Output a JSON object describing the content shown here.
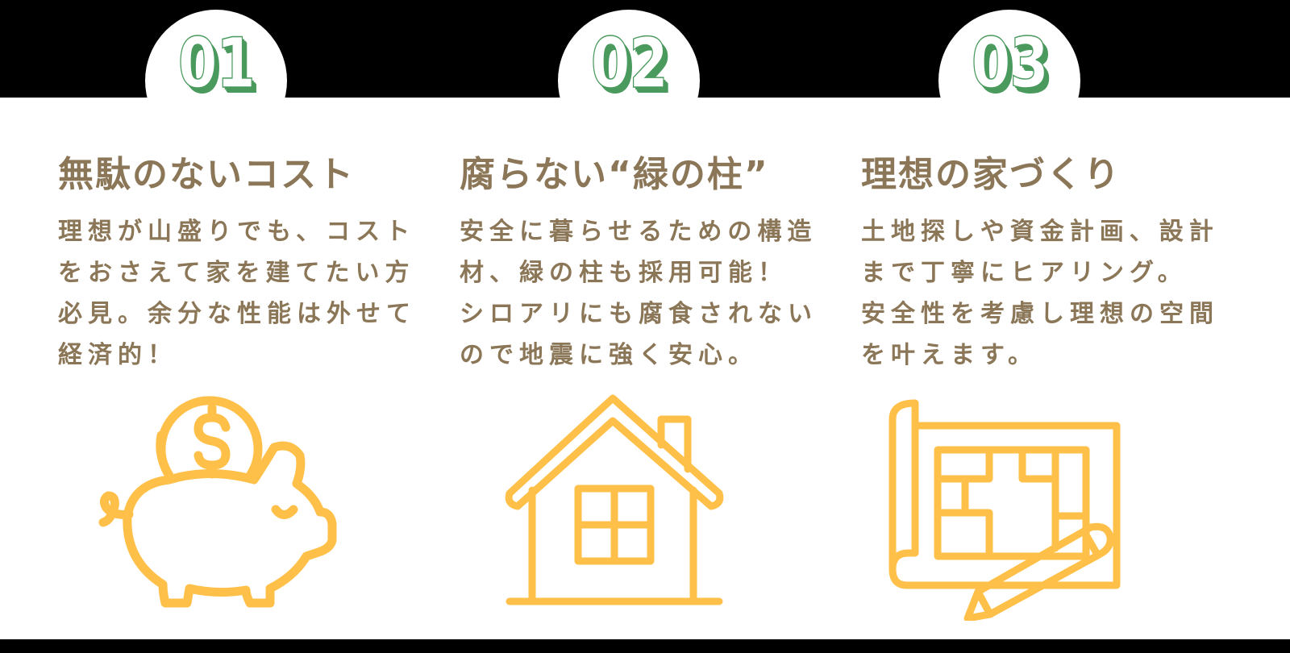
{
  "colors": {
    "background_band": "#000000",
    "panel": "#ffffff",
    "number_green": "#4a9a5e",
    "text_brown": "#8b7758",
    "icon_yellow": "#ffc04a"
  },
  "features": [
    {
      "number": "01",
      "title": "無駄のないコスト",
      "body_lines": [
        "理想が山盛りでも、コスト",
        "をおさえて家を建てたい方",
        "必見。余分な性能は外せて",
        "経済的！"
      ],
      "icon": "piggy-bank-icon"
    },
    {
      "number": "02",
      "title": "腐らない“緑の柱”",
      "body_lines": [
        "安全に暮らせるための構造",
        "材、緑の柱も採用可能！",
        "シロアリにも腐食されない",
        "ので地震に強く安心。"
      ],
      "icon": "house-icon"
    },
    {
      "number": "03",
      "title": "理想の家づくり",
      "body_lines": [
        "土地探しや資金計画、設計",
        "まで丁寧にヒアリング。",
        "安全性を考慮し理想の空間",
        "を叶えます。"
      ],
      "icon": "blueprint-pencil-icon"
    }
  ]
}
